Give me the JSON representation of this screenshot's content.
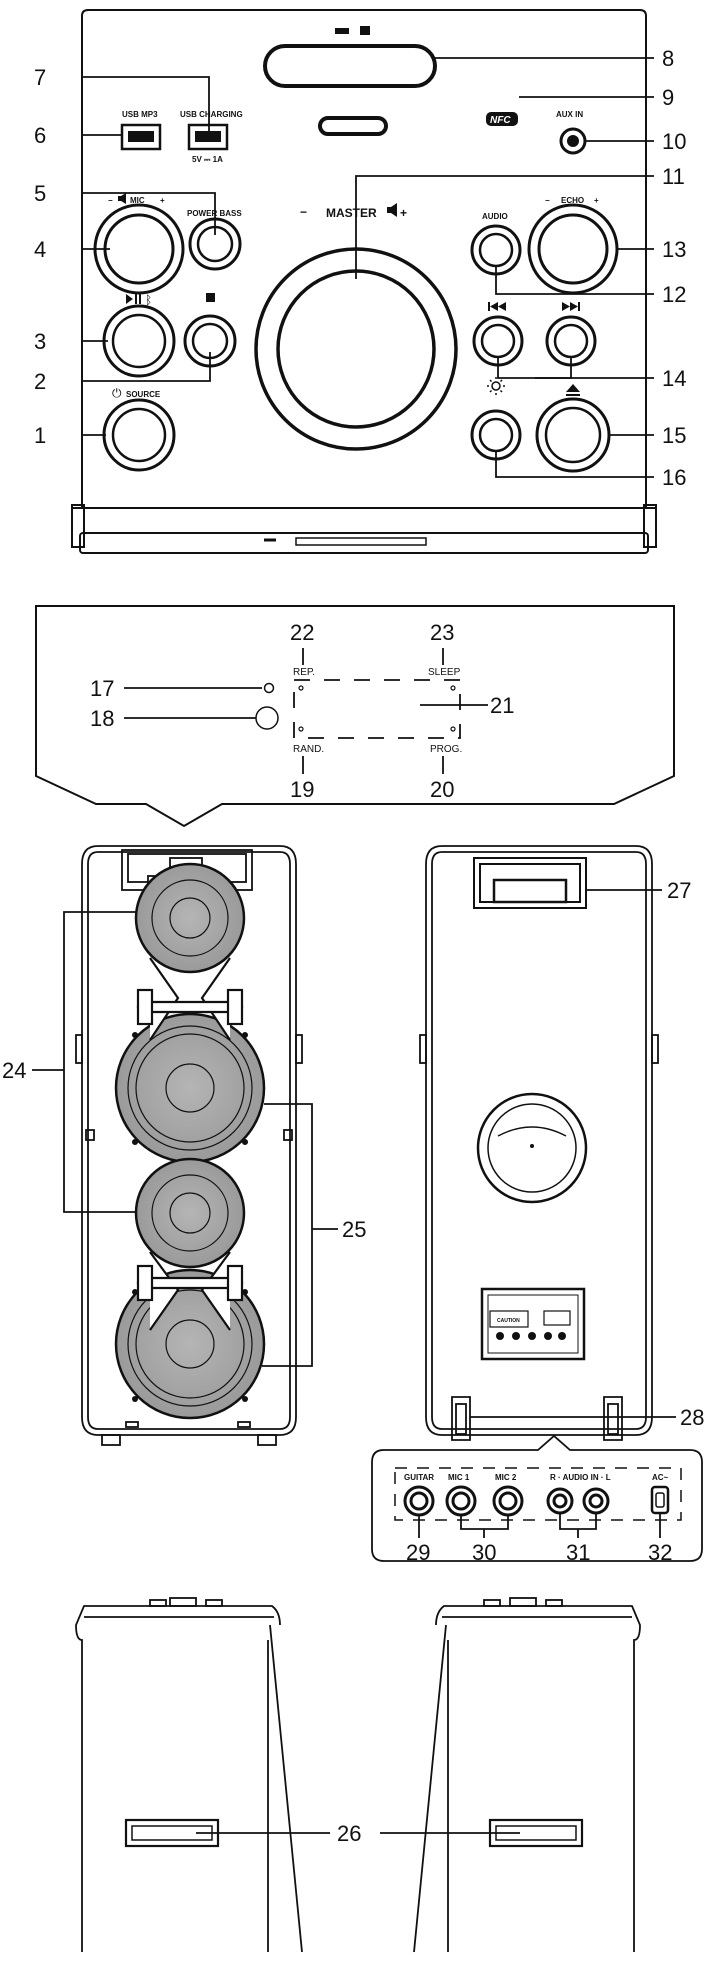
{
  "callouts": {
    "n1": "1",
    "n2": "2",
    "n3": "3",
    "n4": "4",
    "n5": "5",
    "n6": "6",
    "n7": "7",
    "n8": "8",
    "n9": "9",
    "n10": "10",
    "n11": "11",
    "n12": "12",
    "n13": "13",
    "n14": "14",
    "n15": "15",
    "n16": "16",
    "n17": "17",
    "n18": "18",
    "n19": "19",
    "n20": "20",
    "n21": "21",
    "n22": "22",
    "n23": "23",
    "n24": "24",
    "n25": "25",
    "n26": "26",
    "n27": "27",
    "n28": "28",
    "n29": "29",
    "n30": "30",
    "n31": "31",
    "n32": "32"
  },
  "panel_labels": {
    "usb_mp3": "USB MP3",
    "usb_charging": "USB CHARGING",
    "charging_spec": "5V ⎓ 1A",
    "nfc": "NFC",
    "aux_in": "AUX IN",
    "mic": "MIC",
    "power_bass": "POWER BASS",
    "master": "MASTER",
    "audio": "AUDIO",
    "echo": "ECHO",
    "source": "SOURCE",
    "minus": "−",
    "plus": "+"
  },
  "display_labels": {
    "rep": "REP.",
    "sleep": "SLEEP",
    "rand": "RAND.",
    "prog": "PROG."
  },
  "rear_labels": {
    "guitar": "GUITAR",
    "mic1": "MIC 1",
    "mic2": "MIC 2",
    "audio_in": "R · AUDIO IN · L",
    "ac": "AC~",
    "caution": "CAUTION"
  }
}
